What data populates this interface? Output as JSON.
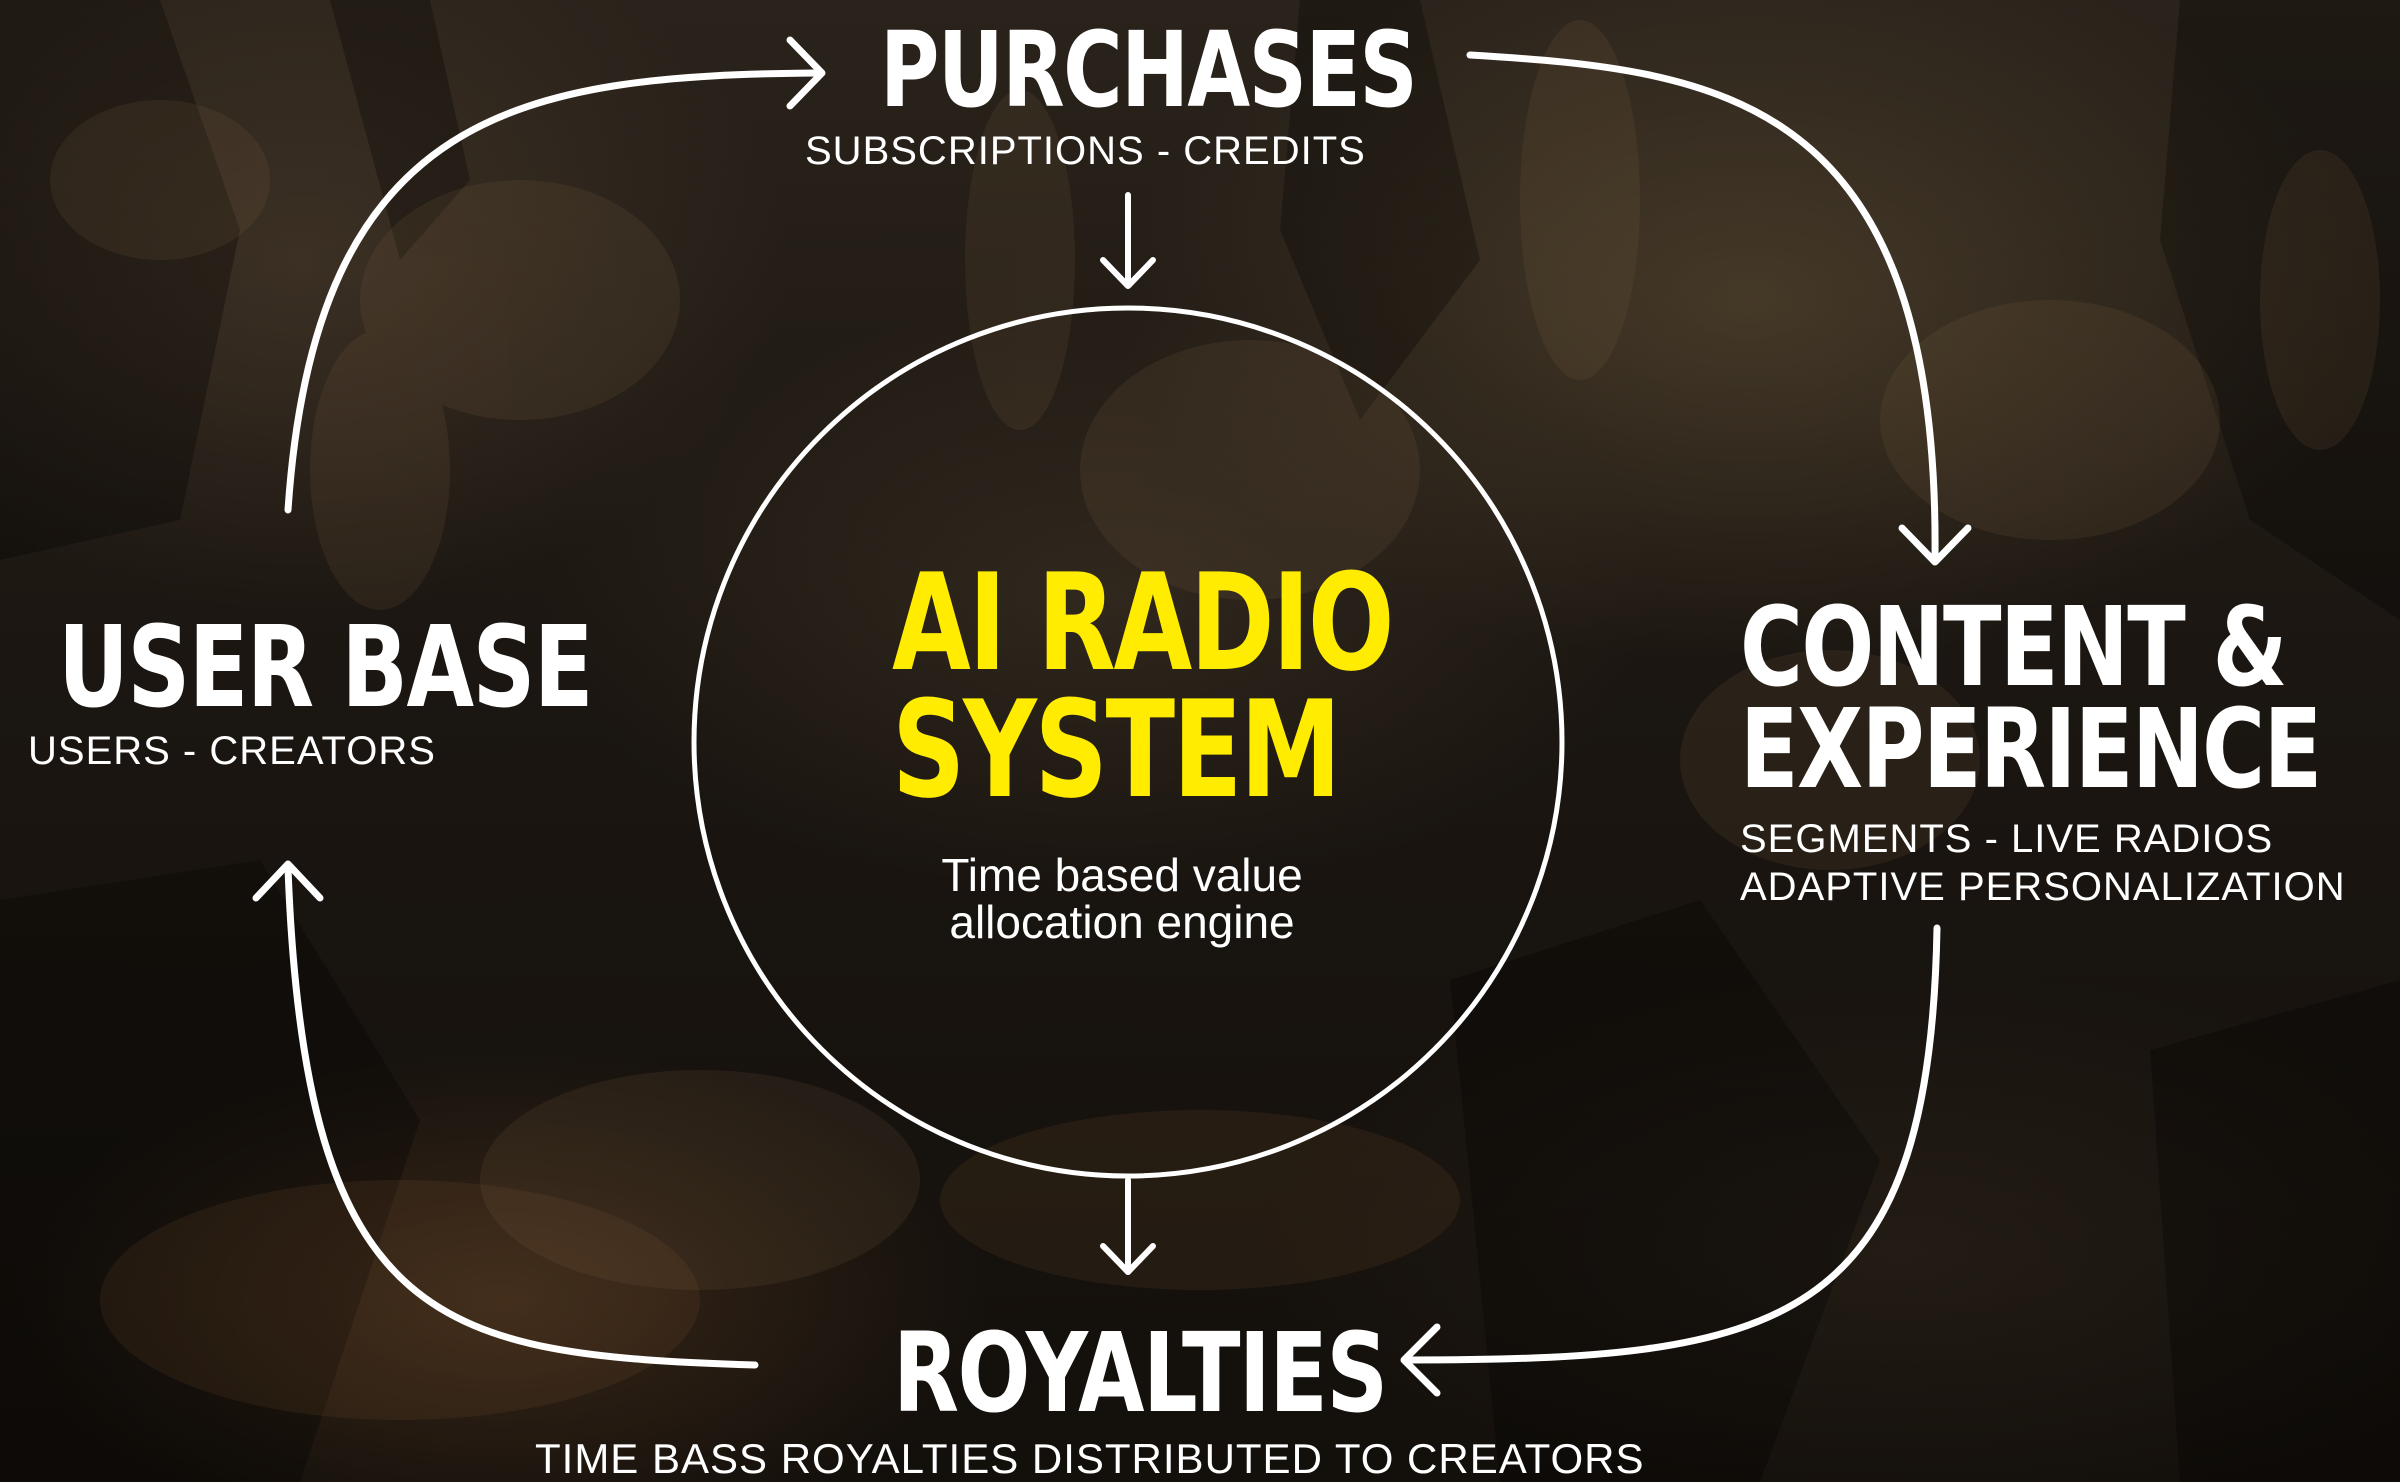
{
  "diagram": {
    "center": {
      "title_line1": "AI RADIO",
      "title_line2": "SYSTEM",
      "subtitle_line1": "Time based value",
      "subtitle_line2": "allocation engine"
    },
    "nodes": {
      "purchases": {
        "title": "PURCHASES",
        "subtitle": "SUBSCRIPTIONS - CREDITS"
      },
      "content": {
        "title_line1": "CONTENT &",
        "title_line2": "EXPERIENCE",
        "subtitle_line1": "SEGMENTS -  LIVE RADIOS",
        "subtitle_line2": "ADAPTIVE PERSONALIZATION"
      },
      "royalties": {
        "title": "ROYALTIES",
        "subtitle": "TIME BASS ROYALTIES DISTRIBUTED TO CREATORS"
      },
      "userbase": {
        "title": "USER BASE",
        "subtitle": "USERS - CREATORS"
      }
    },
    "flow": [
      "USER BASE → PURCHASES",
      "PURCHASES → CONTENT & EXPERIENCE",
      "CONTENT & EXPERIENCE → ROYALTIES",
      "ROYALTIES → USER BASE",
      "PURCHASES → AI RADIO SYSTEM",
      "AI RADIO SYSTEM → ROYALTIES"
    ],
    "colors": {
      "accent_yellow": "#ffec00",
      "text_white": "#ffffff",
      "line_white": "#ffffff",
      "background_dark": "#1b1611"
    }
  }
}
